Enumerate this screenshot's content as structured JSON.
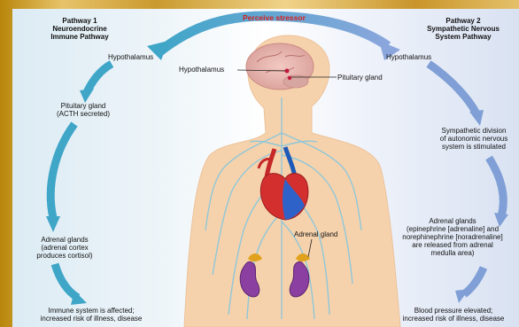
{
  "trigger": "Perceive stressor",
  "pathway1": {
    "title_lines": [
      "Pathway 1",
      "Neuroendocrine",
      "Immune Pathway"
    ],
    "step1": "Hypothalamus",
    "step2_lines": [
      "Pituitary gland",
      "(ACTH secreted)"
    ],
    "step3_lines": [
      "Adrenal glands",
      "(adrenal cortex",
      "produces cortisol)"
    ],
    "outcome_lines": [
      "Immune system is affected;",
      "increased risk of illness, disease"
    ]
  },
  "pathway2": {
    "title_lines": [
      "Pathway 2",
      "Sympathetic Nervous",
      "System Pathway"
    ],
    "step1": "Hypothalamus",
    "step2_lines": [
      "Sympathetic division",
      "of autonomic nervous",
      "system is stimulated"
    ],
    "step3_lines": [
      "Adrenal glands",
      "(epinephrine [adrenaline] and",
      "norephinephrine [noradrenaline]",
      "are released from adrenal",
      "medulla area)"
    ],
    "outcome_lines": [
      "Blood pressure elevated;",
      "increased risk of illness, disease"
    ]
  },
  "body_labels": {
    "hypothalamus": "Hypothalamus",
    "pituitary": "Pituitary gland",
    "adrenal": "Adrenal gland"
  },
  "colors": {
    "arrow_left": "#3fa6c8",
    "arrow_right": "#7f9fd6",
    "stressor_text": "#d32020",
    "skin": "#f6d2ac"
  }
}
